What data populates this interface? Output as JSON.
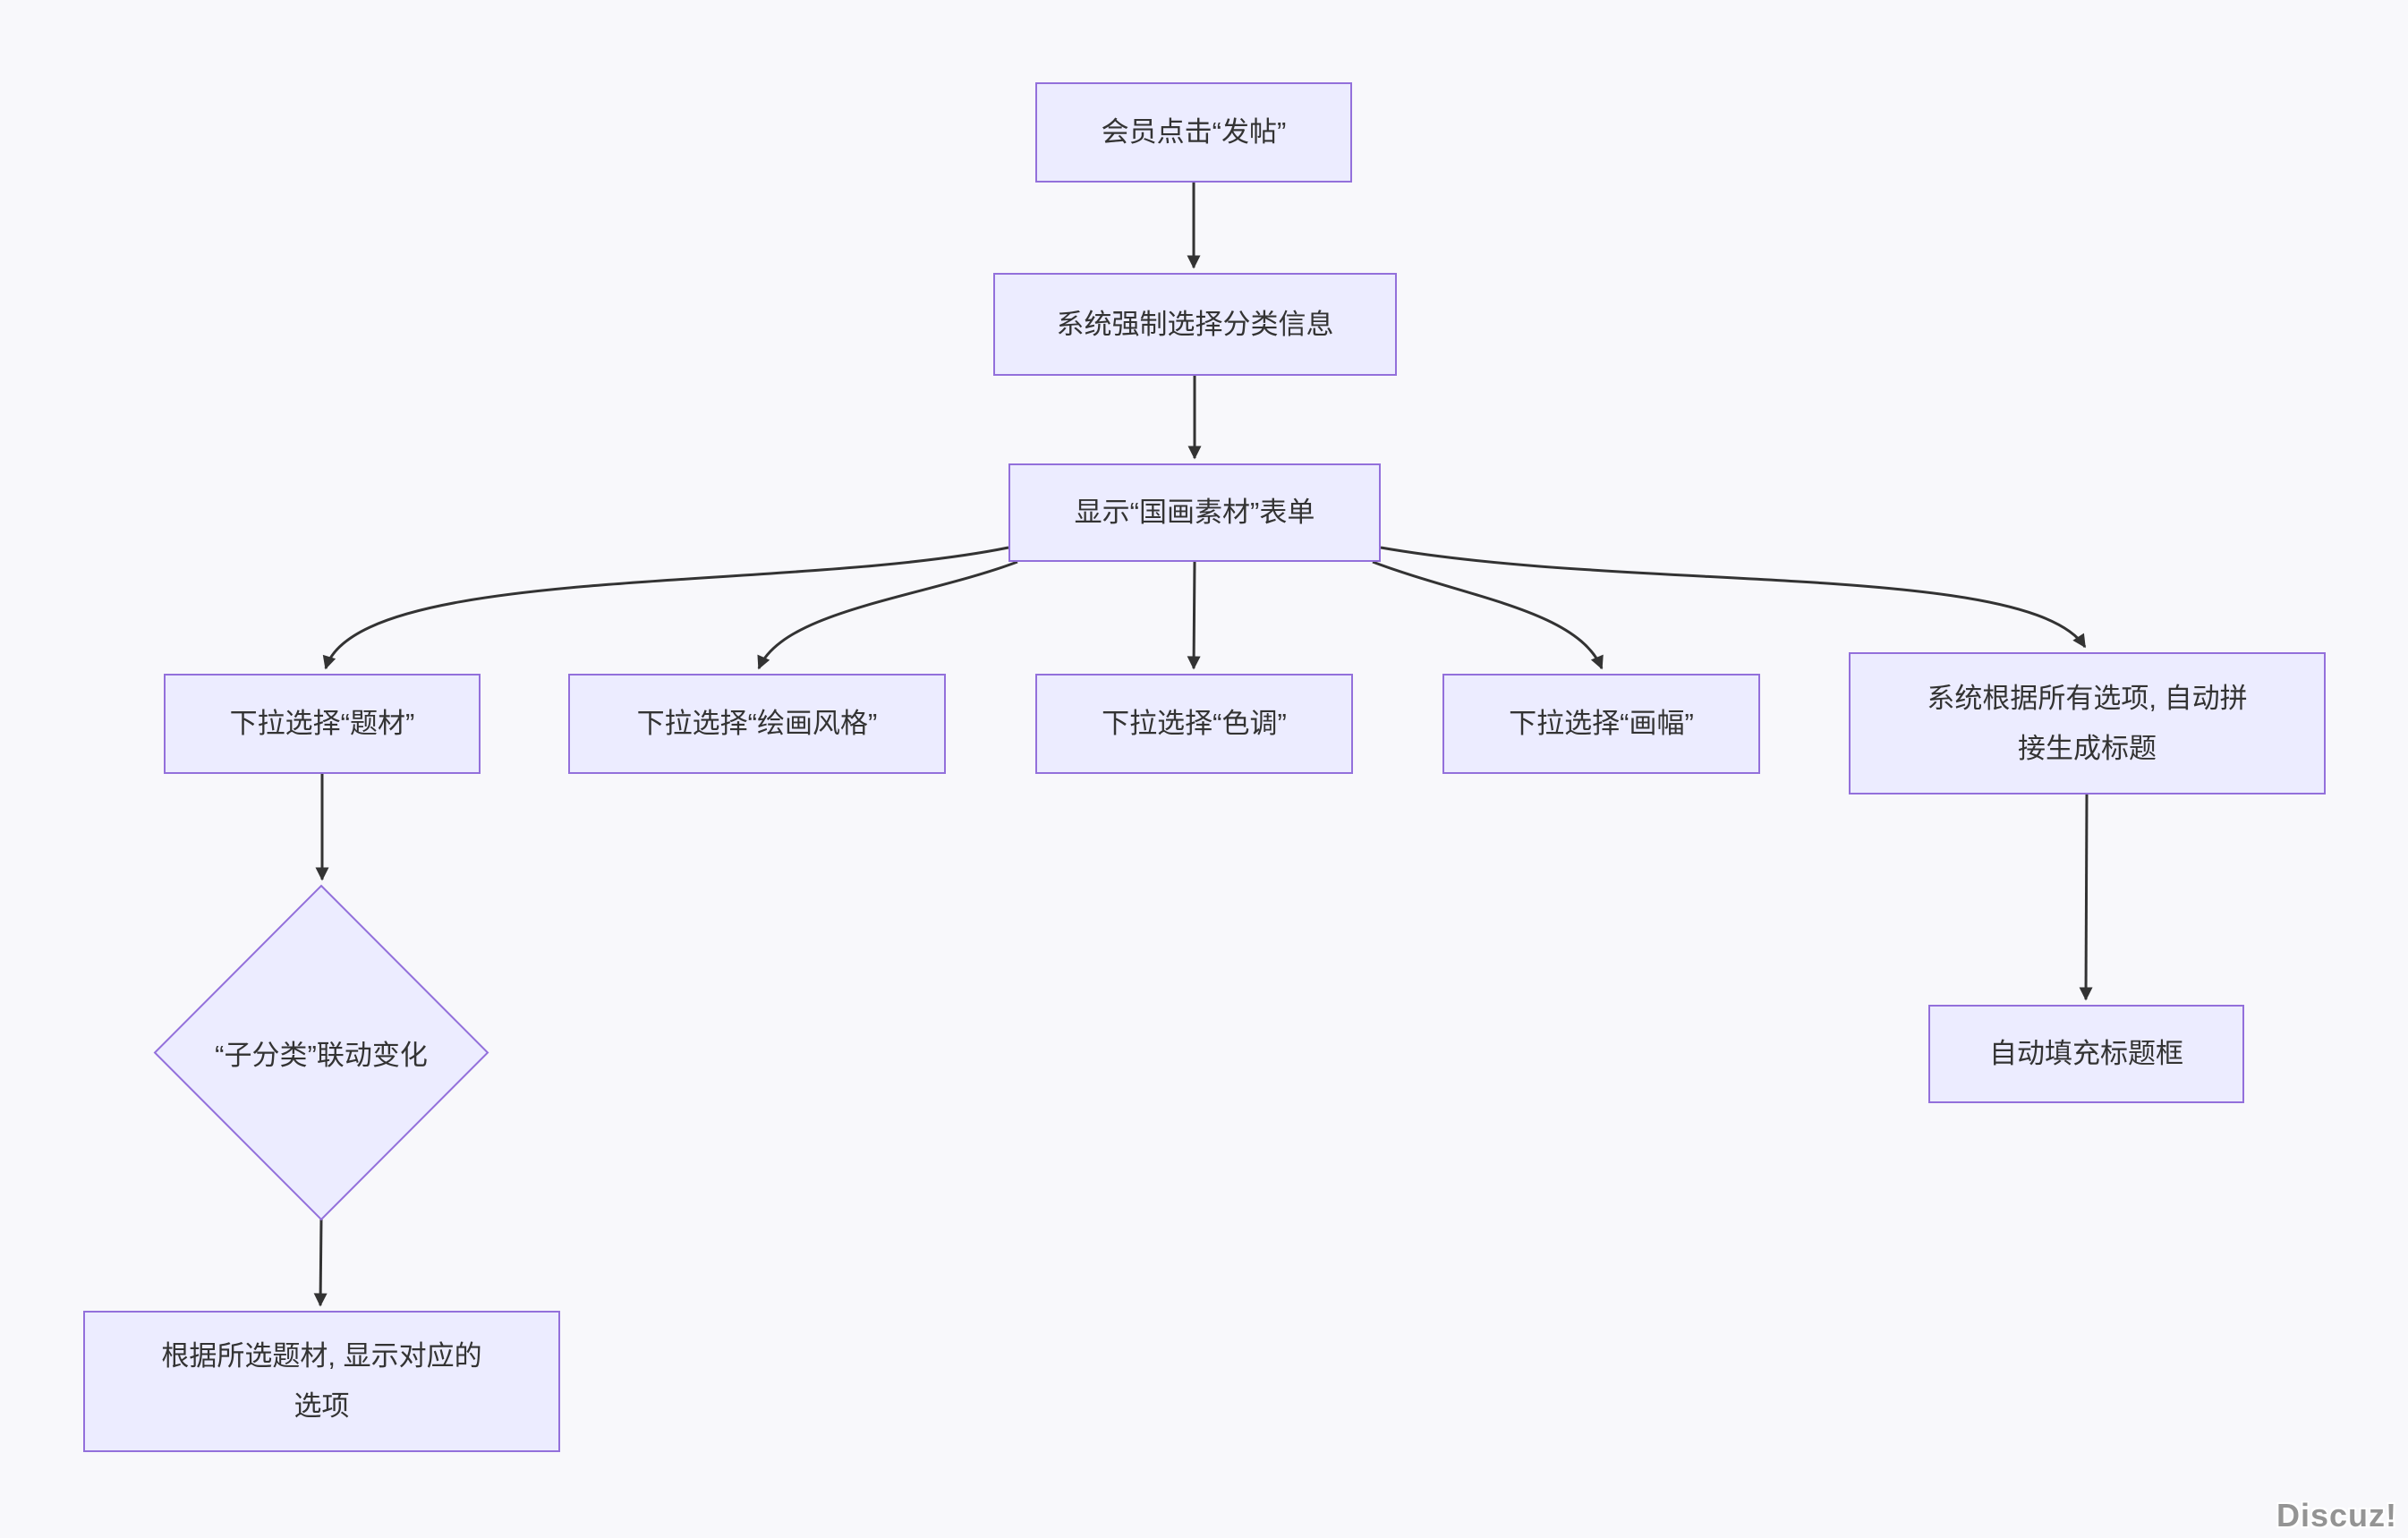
{
  "diagram": {
    "type": "flowchart",
    "colors": {
      "background": "#f8f8fb",
      "node_fill": "#ECECFF",
      "node_border": "#9370DB",
      "edge": "#333333",
      "text": "#333333"
    },
    "nodes": {
      "click_post": {
        "shape": "rect",
        "label": "会员点击“发帖”"
      },
      "force_category": {
        "shape": "rect",
        "label": "系统强制选择分类信息"
      },
      "show_form": {
        "shape": "rect",
        "label": "显示“国画素材”表单"
      },
      "select_subject": {
        "shape": "rect",
        "label": "下拉选择“题材”"
      },
      "select_style": {
        "shape": "rect",
        "label": "下拉选择“绘画风格”"
      },
      "select_tone": {
        "shape": "rect",
        "label": "下拉选择“色调”"
      },
      "select_size": {
        "shape": "rect",
        "label": "下拉选择“画幅”"
      },
      "auto_title": {
        "shape": "rect",
        "label": "系统根据所有选项, 自动拼接生成标题",
        "lines": [
          "系统根据所有选项, 自动拼",
          "接生成标题"
        ]
      },
      "subcat_change": {
        "shape": "diamond",
        "label": "“子分类”联动变化"
      },
      "show_options": {
        "shape": "rect",
        "label": "根据所选题材, 显示对应的选项",
        "lines": [
          "根据所选题材, 显示对应的",
          "选项"
        ]
      },
      "fill_title": {
        "shape": "rect",
        "label": "自动填充标题框"
      }
    },
    "edges": [
      {
        "from": "click_post",
        "to": "force_category"
      },
      {
        "from": "force_category",
        "to": "show_form"
      },
      {
        "from": "show_form",
        "to": "select_subject"
      },
      {
        "from": "show_form",
        "to": "select_style"
      },
      {
        "from": "show_form",
        "to": "select_tone"
      },
      {
        "from": "show_form",
        "to": "select_size"
      },
      {
        "from": "show_form",
        "to": "auto_title"
      },
      {
        "from": "select_subject",
        "to": "subcat_change"
      },
      {
        "from": "subcat_change",
        "to": "show_options"
      },
      {
        "from": "auto_title",
        "to": "fill_title"
      }
    ]
  },
  "watermark": {
    "label": "Discuz!"
  }
}
